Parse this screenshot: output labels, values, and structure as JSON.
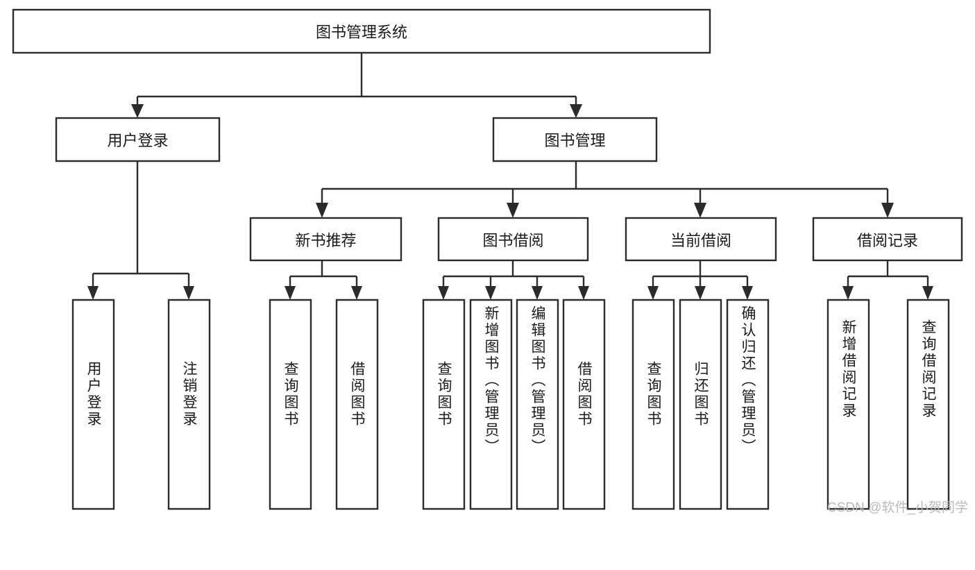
{
  "diagram": {
    "type": "tree",
    "title": "图书管理系统",
    "watermark": "CSDN @软件_小贺同学",
    "root": {
      "id": "root",
      "label": "图书管理系统",
      "orientation": "horizontal"
    },
    "level2": [
      {
        "id": "user-login",
        "label": "用户登录",
        "orientation": "horizontal"
      },
      {
        "id": "book-manage",
        "label": "图书管理",
        "orientation": "horizontal"
      }
    ],
    "level3": [
      {
        "id": "new-book-rec",
        "label": "新书推荐",
        "orientation": "horizontal",
        "parent": "book-manage"
      },
      {
        "id": "book-borrow",
        "label": "图书借阅",
        "orientation": "horizontal",
        "parent": "book-manage"
      },
      {
        "id": "current-borrow",
        "label": "当前借阅",
        "orientation": "horizontal",
        "parent": "book-manage"
      },
      {
        "id": "borrow-record",
        "label": "借阅记录",
        "orientation": "horizontal",
        "parent": "book-manage"
      }
    ],
    "leaves": [
      {
        "id": "leaf-user-login",
        "label": "用户登录",
        "orientation": "vertical",
        "parent": "user-login"
      },
      {
        "id": "leaf-logout",
        "label": "注销登录",
        "orientation": "vertical",
        "parent": "user-login"
      },
      {
        "id": "leaf-query-book-1",
        "label": "查询图书",
        "orientation": "vertical",
        "parent": "new-book-rec"
      },
      {
        "id": "leaf-borrow-book-1",
        "label": "借阅图书",
        "orientation": "vertical",
        "parent": "new-book-rec"
      },
      {
        "id": "leaf-query-book-2",
        "label": "查询图书",
        "orientation": "vertical",
        "parent": "book-borrow"
      },
      {
        "id": "leaf-add-book",
        "label": "新增图书（管理员）",
        "orientation": "vertical",
        "parent": "book-borrow"
      },
      {
        "id": "leaf-edit-book",
        "label": "编辑图书（管理员）",
        "orientation": "vertical",
        "parent": "book-borrow"
      },
      {
        "id": "leaf-borrow-book-2",
        "label": "借阅图书",
        "orientation": "vertical",
        "parent": "book-borrow"
      },
      {
        "id": "leaf-query-book-3",
        "label": "查询图书",
        "orientation": "vertical",
        "parent": "current-borrow"
      },
      {
        "id": "leaf-return-book",
        "label": "归还图书",
        "orientation": "vertical",
        "parent": "current-borrow"
      },
      {
        "id": "leaf-confirm-return",
        "label": "确认归还（管理员）",
        "orientation": "vertical",
        "parent": "current-borrow"
      },
      {
        "id": "leaf-add-record",
        "label": "新增借阅记录",
        "orientation": "vertical",
        "parent": "borrow-record"
      },
      {
        "id": "leaf-query-record",
        "label": "查询借阅记录",
        "orientation": "vertical",
        "parent": "borrow-record"
      }
    ],
    "colors": {
      "stroke": "#2b2b2b",
      "fill": "#ffffff",
      "text": "#1a1a1a",
      "watermark": "#b9b9b9",
      "background": "#ffffff"
    }
  }
}
